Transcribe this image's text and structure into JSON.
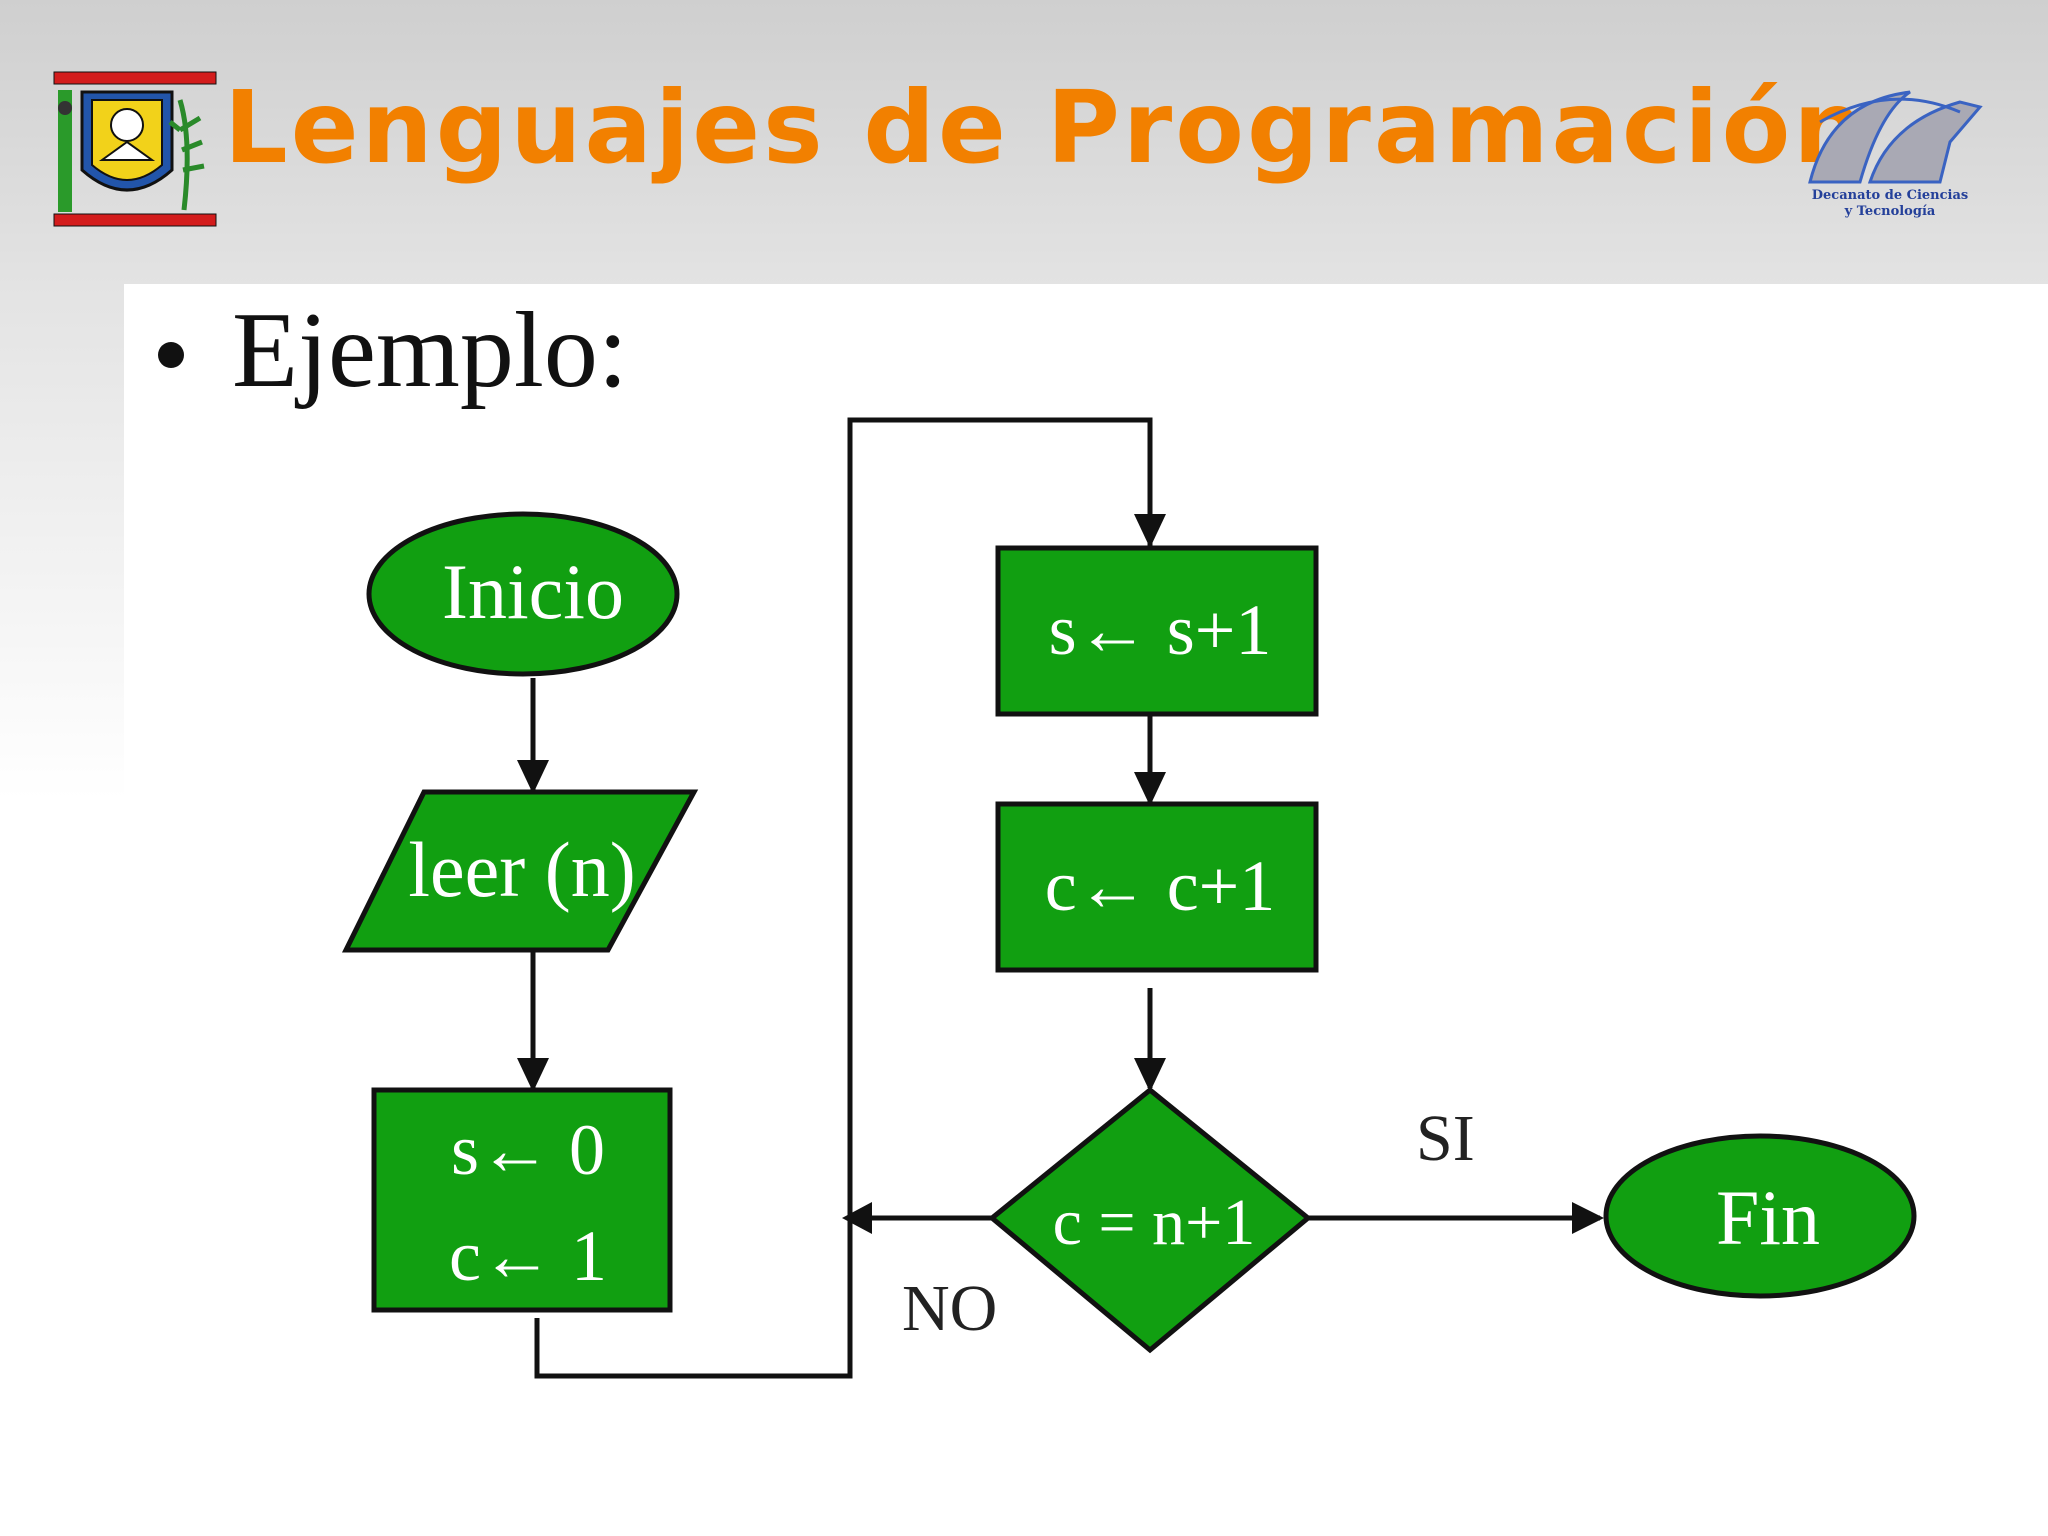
{
  "header": {
    "title": "Lenguajes de Programación",
    "right_logo_caption_1": "Decanato de Ciencias",
    "right_logo_caption_2": "y Tecnología"
  },
  "slide": {
    "example_label": "Ejemplo:"
  },
  "flowchart": {
    "node_color": "#119f11",
    "nodes": {
      "inicio": "Inicio",
      "leer": "leer (n)",
      "init_s": "s← 0",
      "init_c": "c← 1",
      "inc_s": "s← s+1",
      "inc_c": "c← c+1",
      "cond": "c = n+1",
      "fin": "Fin"
    },
    "edge_labels": {
      "yes": "SI",
      "no": "NO"
    }
  }
}
